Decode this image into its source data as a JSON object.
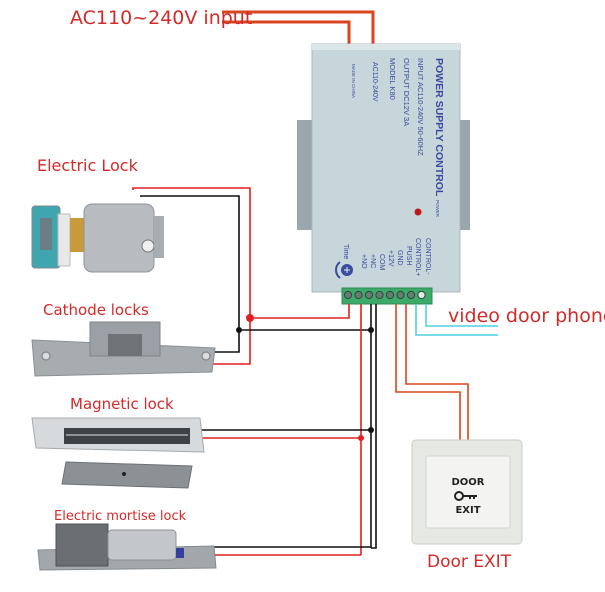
{
  "title_label": "AC110~240V input",
  "power_supply": {
    "brand_title": "POWER SUPPLY CONTROL",
    "spec_lines": [
      "INPUT AC110-240V 50-60HZ",
      "OUTPUT DC12V 3A",
      "MODEL K80"
    ],
    "side_text": "AC110-240V",
    "made_in": "MADE IN CHINA",
    "power_led_label": "POWER",
    "time_label": "Time",
    "terminals": [
      "+NO",
      "+NC",
      "COM",
      "+12V",
      "GND",
      "PUSH",
      "CONTROL+",
      "CONTROL-"
    ]
  },
  "devices": {
    "electric_lock": "Electric Lock",
    "cathode_locks": "Cathode locks",
    "magnetic_lock": "Magnetic lock",
    "electric_mortise_lock": "Electric mortise lock",
    "video_door_phone": "video door phone",
    "door_exit": "Door EXIT"
  },
  "exit_button": {
    "top": "DOOR",
    "bottom": "EXIT"
  },
  "colors": {
    "label_red": "#d42a2a",
    "wire_red": "#e02020",
    "wire_black": "#111111",
    "wire_cyan": "#4fd0e0",
    "wire_orange": "#d8461e",
    "terminal_green": "#3daa6a",
    "psu_body": "#c7d6da"
  }
}
